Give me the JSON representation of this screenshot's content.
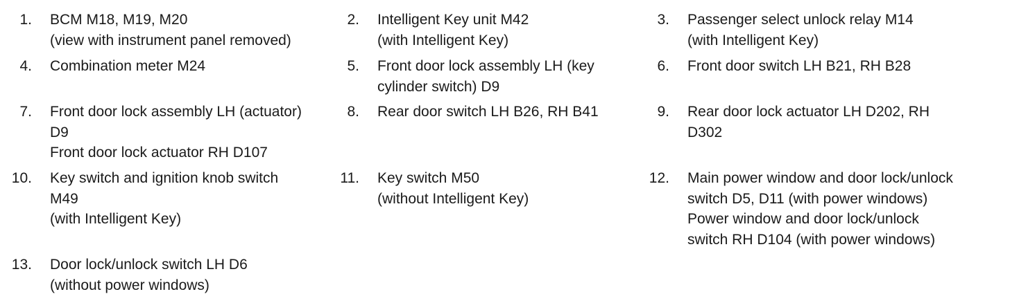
{
  "items": [
    {
      "num": "1.",
      "lines": [
        "BCM M18, M19, M20",
        "(view with instrument panel removed)"
      ]
    },
    {
      "num": "2.",
      "lines": [
        "Intelligent Key unit M42",
        "(with Intelligent Key)"
      ]
    },
    {
      "num": "3.",
      "lines": [
        "Passenger select unlock relay M14",
        "(with Intelligent Key)"
      ]
    },
    {
      "num": "4.",
      "lines": [
        "Combination meter M24"
      ]
    },
    {
      "num": "5.",
      "lines": [
        "Front door lock assembly LH (key",
        "cylinder switch) D9"
      ]
    },
    {
      "num": "6.",
      "lines": [
        "Front door switch LH B21, RH B28"
      ]
    },
    {
      "num": "7.",
      "lines": [
        "Front door lock assembly LH (actuator)",
        "D9",
        "Front door lock actuator RH D107"
      ]
    },
    {
      "num": "8.",
      "lines": [
        "Rear door switch LH B26, RH B41"
      ]
    },
    {
      "num": "9.",
      "lines": [
        "Rear door lock actuator LH D202, RH",
        "D302"
      ]
    },
    {
      "num": "10.",
      "lines": [
        "Key switch and ignition knob switch",
        "M49",
        "(with Intelligent Key)"
      ]
    },
    {
      "num": "11.",
      "lines": [
        "Key switch M50",
        "(without Intelligent Key)"
      ]
    },
    {
      "num": "12.",
      "lines": [
        "Main power window and door lock/unlock",
        "switch D5, D11 (with power windows)",
        "Power window and door lock/unlock",
        "switch RH D104 (with power windows)"
      ]
    },
    {
      "num": "13.",
      "lines": [
        "Door lock/unlock switch LH D6",
        "(without power windows)"
      ]
    }
  ]
}
